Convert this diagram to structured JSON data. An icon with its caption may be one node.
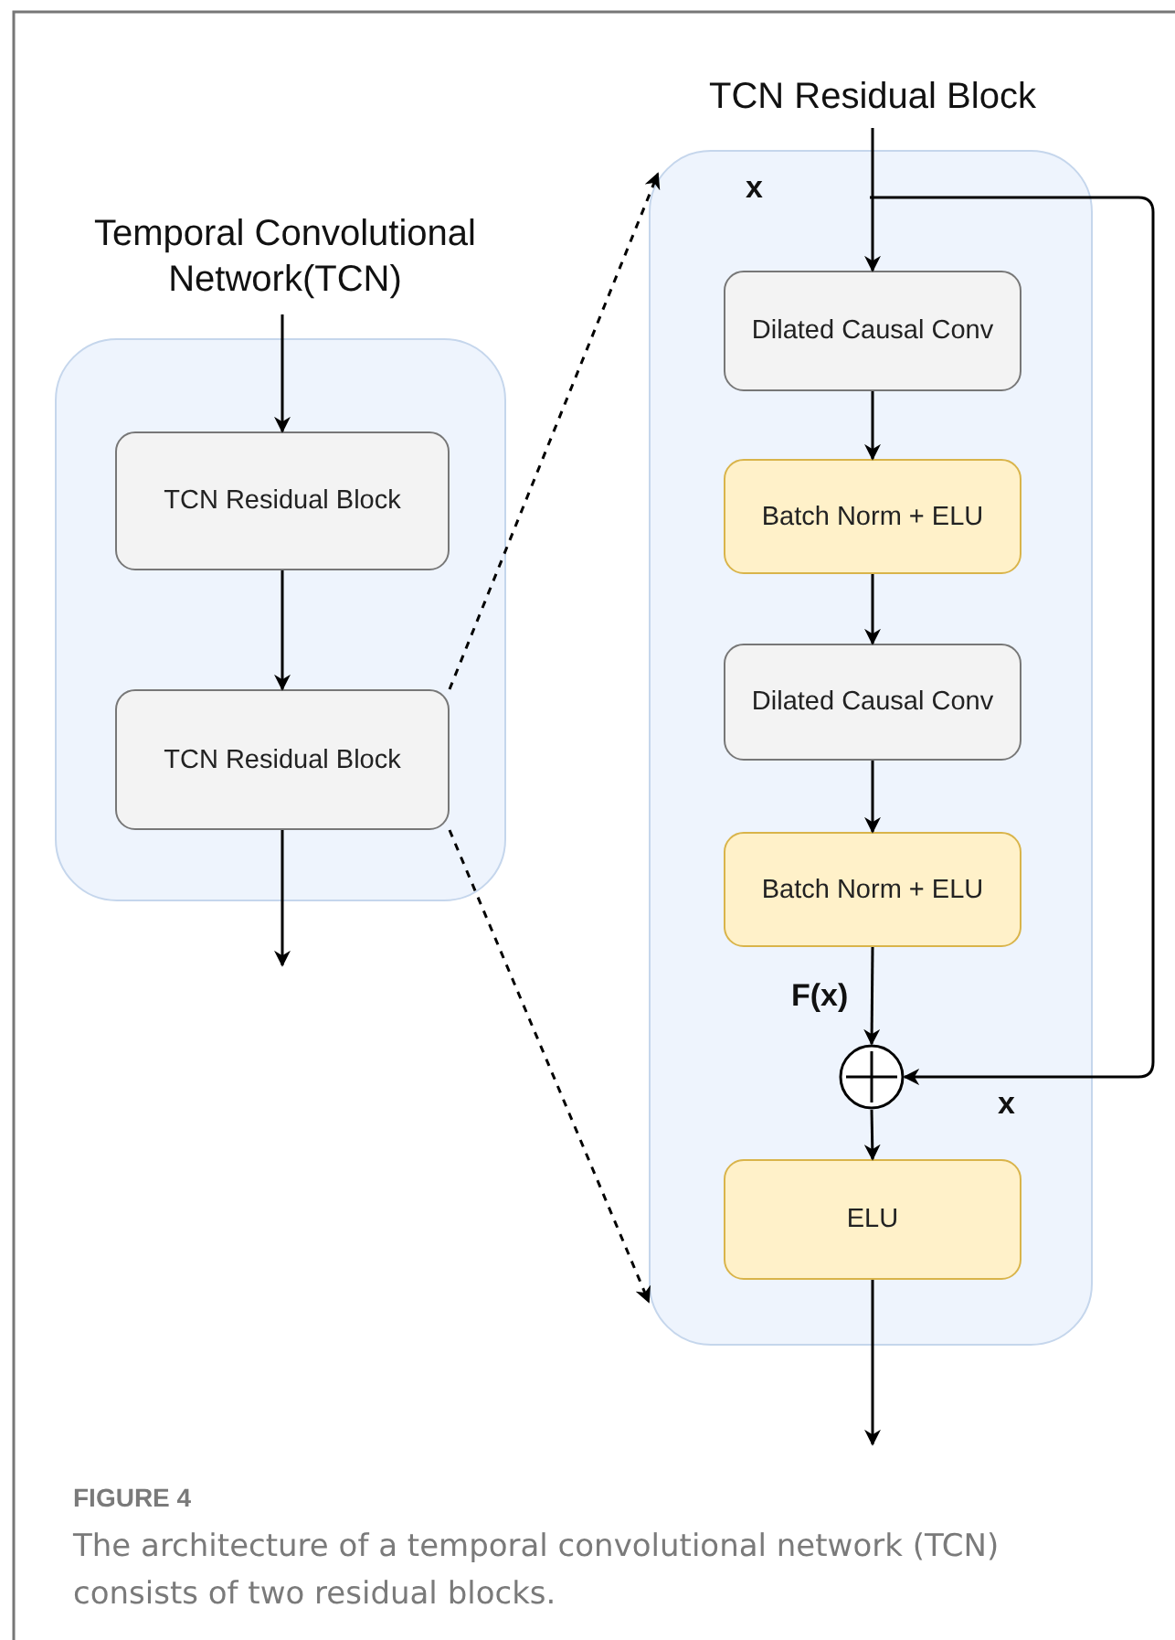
{
  "diagram": {
    "caption": "The architecture of a temporal convolutional network (TCN) consists of two residual blocks.",
    "nodes": [
      {
        "text": [
          "Temporal Convolutional Network(TCN)"
        ]
      },
      {
        "text": [
          "TCN Residual Block"
        ],
        "in": 0
      },
      {
        "text": [
          "TCN Residual Block"
        ],
        "in": 0
      },
      {
        "text": [
          "TCN Residual Block"
        ]
      },
      {
        "text": [
          "Dilated Causal Conv"
        ],
        "in": 3
      },
      {
        "text": [
          "Batch Norm + ELU"
        ],
        "in": 3
      },
      {
        "text": [
          "Dilated Causal Conv"
        ],
        "in": 3
      },
      {
        "text": [
          "Batch Norm + ELU"
        ],
        "in": 3
      },
      {
        "text": [],
        "shape": "circle",
        "in": 3
      },
      {
        "text": [
          "ELU"
        ],
        "in": 3
      }
    ],
    "edges": [
      {
        "from": null,
        "to": 1,
        "arrow": "to"
      },
      {
        "from": 1,
        "to": 2,
        "arrow": "to"
      },
      {
        "from": 2,
        "to": null,
        "arrow": "to"
      },
      {
        "from": 2,
        "to": 3,
        "arrow": "to",
        "style": "dashed"
      },
      {
        "from": 2,
        "to": 3,
        "arrow": "to",
        "style": "dashed"
      },
      {
        "from": null,
        "to": 4,
        "arrow": "to"
      },
      {
        "from": 4,
        "to": 5,
        "arrow": "to"
      },
      {
        "from": 5,
        "to": 6,
        "arrow": "to"
      },
      {
        "from": 6,
        "to": 7,
        "arrow": "to"
      },
      {
        "from": 7,
        "to": 8,
        "arrow": "to"
      },
      {
        "from": 8,
        "to": 9,
        "arrow": "to"
      },
      {
        "from": 9,
        "to": null,
        "arrow": "to"
      },
      {
        "from": null,
        "to": 8,
        "arrow": "to"
      }
    ],
    "labels": [
      "x",
      "F(x)",
      "x",
      "FIGURE 4"
    ]
  }
}
